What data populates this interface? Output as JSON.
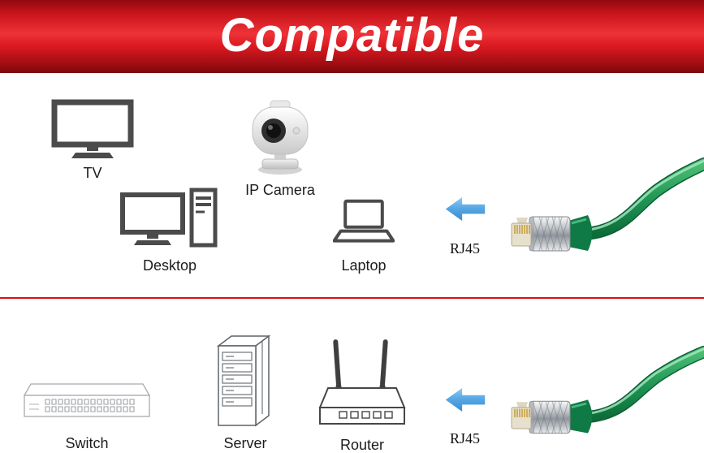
{
  "banner": {
    "title": "Compatible"
  },
  "top_section": {
    "devices": [
      {
        "label": "TV",
        "icon": "tv-icon"
      },
      {
        "label": "IP Camera",
        "icon": "ip-camera-icon"
      },
      {
        "label": "Desktop",
        "icon": "desktop-icon"
      },
      {
        "label": "Laptop",
        "icon": "laptop-icon"
      }
    ],
    "connector_label": "RJ45"
  },
  "bottom_section": {
    "devices": [
      {
        "label": "Switch",
        "icon": "switch-icon"
      },
      {
        "label": "Server",
        "icon": "server-icon"
      },
      {
        "label": "Router",
        "icon": "router-icon"
      }
    ],
    "connector_label": "RJ45"
  },
  "colors": {
    "banner_red": "#d9161d",
    "divider_red": "#e30b13",
    "arrow_blue": "#57a8e5",
    "cable_green": "#219655",
    "icon_gray": "#4b4b4b"
  }
}
